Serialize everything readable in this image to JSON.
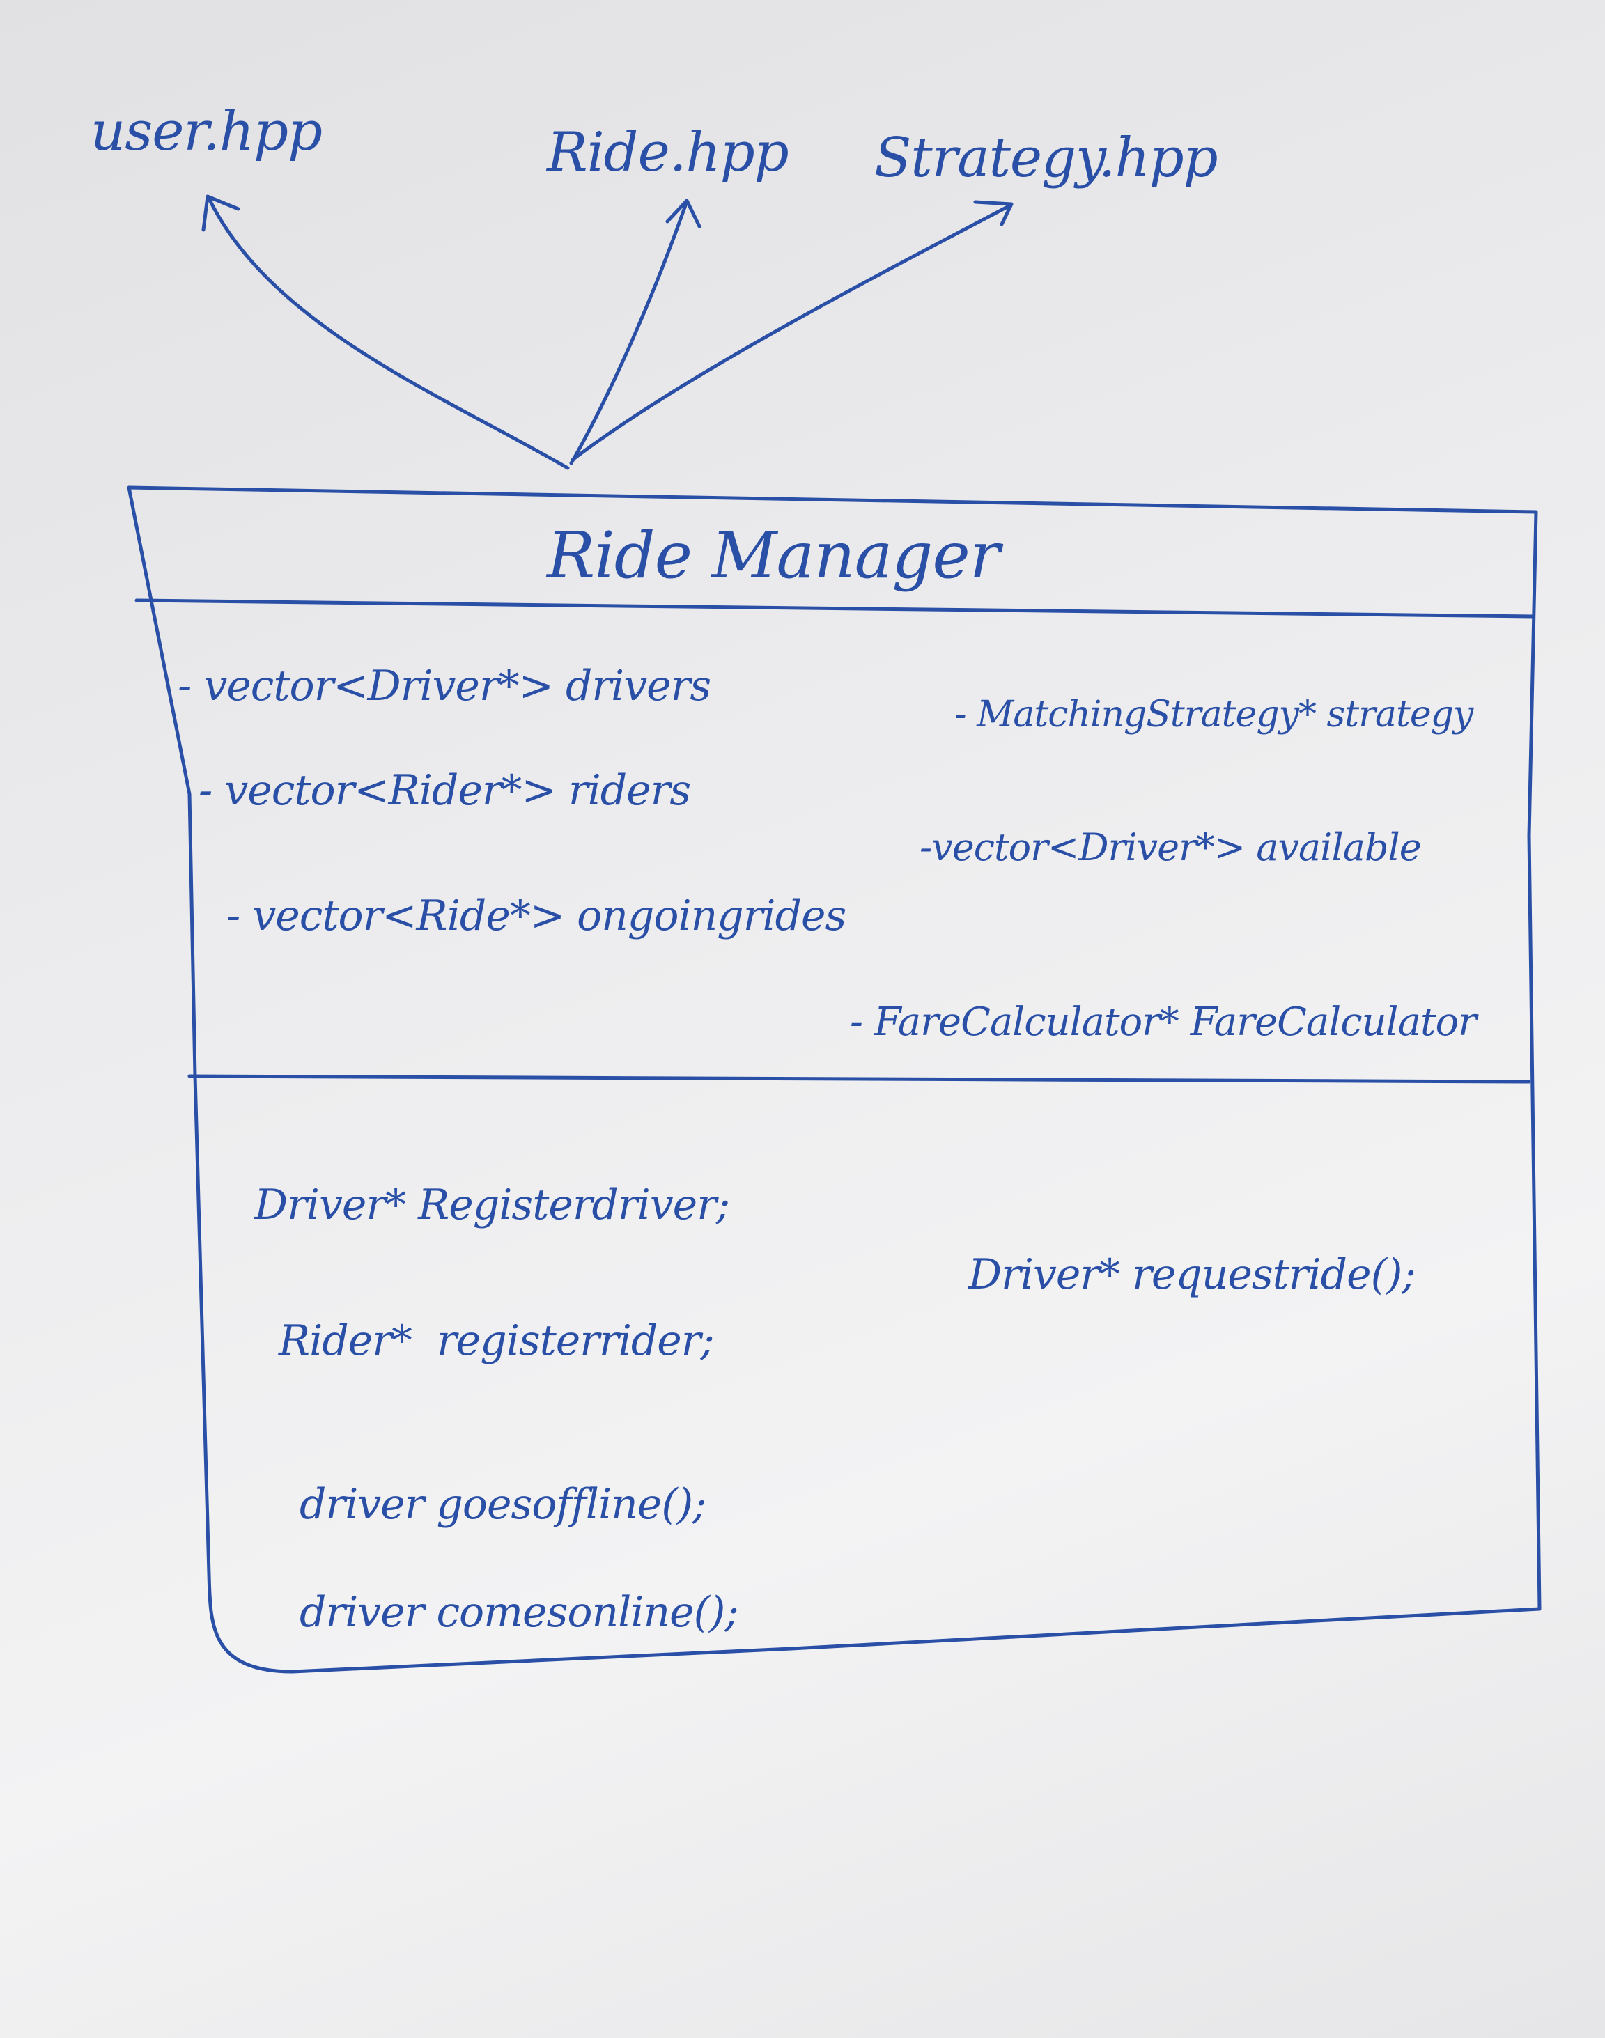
{
  "ink_color": "#2a4fa6",
  "paper_color": "#ececee",
  "dependencies": [
    {
      "id": "user",
      "label": "user.hpp"
    },
    {
      "id": "ride",
      "label": "Ride.hpp"
    },
    {
      "id": "strategy",
      "label": "Strategy.hpp"
    }
  ],
  "class_box": {
    "name": "Ride Manager",
    "attributes": {
      "drivers": "- vector<Driver*> drivers",
      "riders": "- vector<Rider*> riders",
      "ongoing_rides": "- vector<Ride*> ongoingrides",
      "strategy": "- MatchingStrategy* strategy",
      "available": "-vector<Driver*> available",
      "fare_calculator": "- FareCalculator* FareCalculator"
    },
    "methods": {
      "register_driver": "Driver* Registerdriver;",
      "register_rider": "Rider*  registerrider;",
      "goes_offline": "driver goesoffline();",
      "comes_online": "driver comesonline();",
      "request_ride": "Driver* requestride();"
    }
  }
}
